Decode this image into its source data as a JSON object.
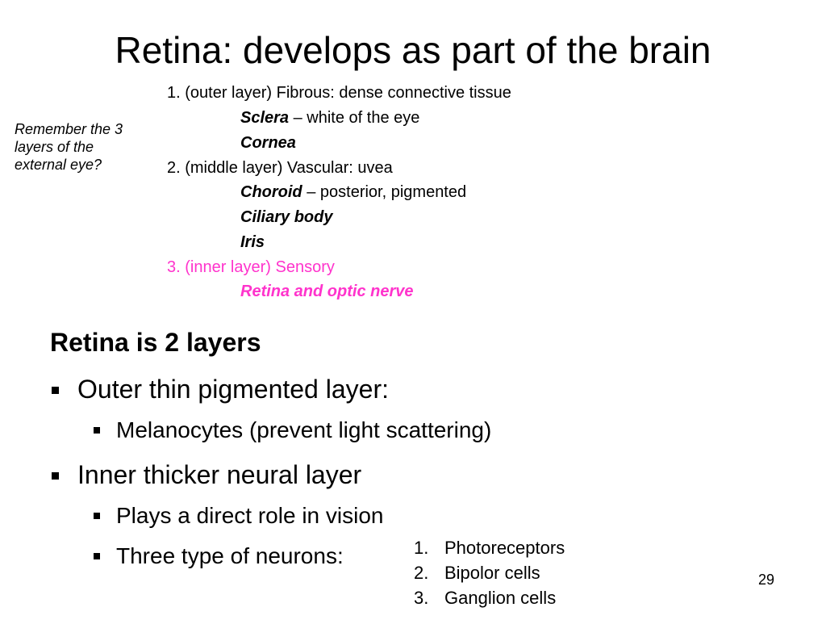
{
  "slide": {
    "title": "Retina: develops as part of the brain",
    "side_note": "Remember the 3 layers of the external eye?",
    "layers": {
      "outer_heading": "1. (outer layer) Fibrous: dense connective tissue",
      "sclera": "Sclera",
      "sclera_desc": " – white of the eye",
      "cornea": "Cornea",
      "middle_heading": "2. (middle layer) Vascular: uvea",
      "choroid": "Choroid",
      "choroid_desc": " – posterior, pigmented",
      "ciliary": "Ciliary body",
      "iris": "Iris",
      "inner_heading": "3. (inner layer) Sensory",
      "retina": "Retina and optic nerve"
    },
    "body": {
      "heading": "Retina is 2 layers",
      "outer_layer": "Outer thin pigmented layer:",
      "melanocytes": "Melanocytes (prevent light scattering)",
      "inner_layer": "Inner thicker neural layer",
      "vision": "Plays a direct role in vision",
      "neurons": "Three type of neurons:"
    },
    "neuron_list": [
      {
        "num": "1.",
        "label": "Photoreceptors"
      },
      {
        "num": "2.",
        "label": "Bipolor cells"
      },
      {
        "num": "3.",
        "label": "Ganglion cells"
      }
    ],
    "page_number": "29",
    "colors": {
      "accent": "#ff33cc",
      "text": "#000000",
      "background": "#ffffff"
    }
  }
}
